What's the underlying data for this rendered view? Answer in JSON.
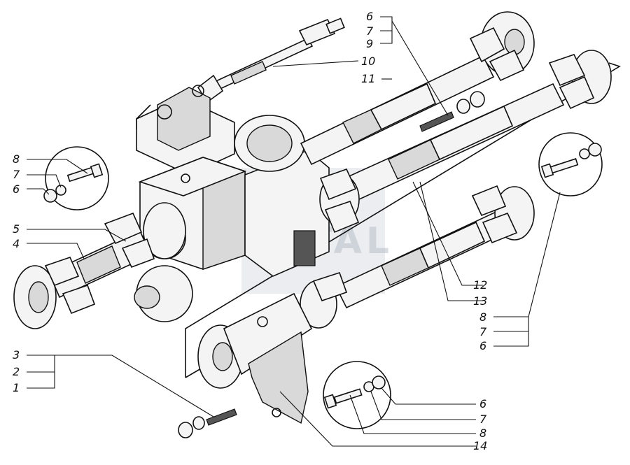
{
  "watermark": {
    "text": "SANTAL"
  },
  "callouts": {
    "top_right": {
      "n6": "6",
      "n7": "7",
      "n9": "9"
    },
    "n10": "10",
    "n11": "11",
    "left": {
      "n8": "8",
      "n7": "7",
      "n6": "6"
    },
    "n5": "5",
    "n4": "4",
    "n12": "12",
    "n13": "13",
    "right": {
      "n8": "8",
      "n7": "7",
      "n6": "6"
    },
    "bottom_left": {
      "n3": "3",
      "n2": "2",
      "n1": "1"
    },
    "bottom_right": {
      "n6": "6",
      "n7": "7",
      "n8": "8"
    },
    "n14": "14"
  },
  "colors": {
    "ink": "#111111",
    "paper": "#ffffff",
    "watermark": "#b9c0cb"
  }
}
